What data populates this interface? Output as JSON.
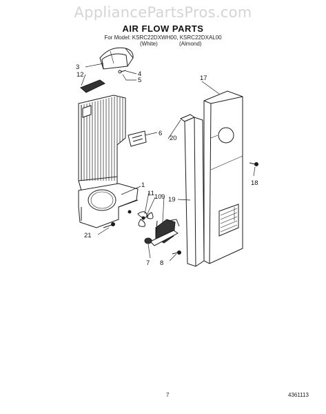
{
  "header": {
    "watermark": "AppliancePartsPros.com",
    "title": "AIR FLOW PARTS",
    "model_line": "For Model: KSRC22DXWH00, KSRC22DXAL00",
    "color_white": "(White)",
    "color_almond": "(Almond)"
  },
  "callouts": [
    "1",
    "3",
    "4",
    "5",
    "6",
    "7",
    "8",
    "9",
    "10",
    "11",
    "12",
    "17",
    "18",
    "19",
    "20",
    "21"
  ],
  "footer": {
    "page_number": "7",
    "document_number": "4361113"
  }
}
